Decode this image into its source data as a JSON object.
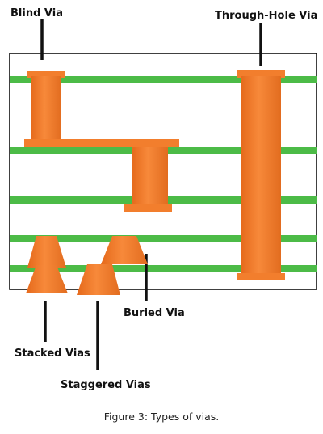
{
  "colors": {
    "layer": "#4cbb47",
    "via": "#f27e2d",
    "via_dark": "#e06a1e",
    "outline": "#111111",
    "leader": "#111111"
  },
  "labels": {
    "blind_via": "Blind Via",
    "through_hole_via": "Through-Hole Via",
    "buried_via": "Buried Via",
    "stacked_vias": "Stacked Vias",
    "staggered_vias": "Staggered Vias"
  },
  "caption": "Figure 3: Types of vias."
}
